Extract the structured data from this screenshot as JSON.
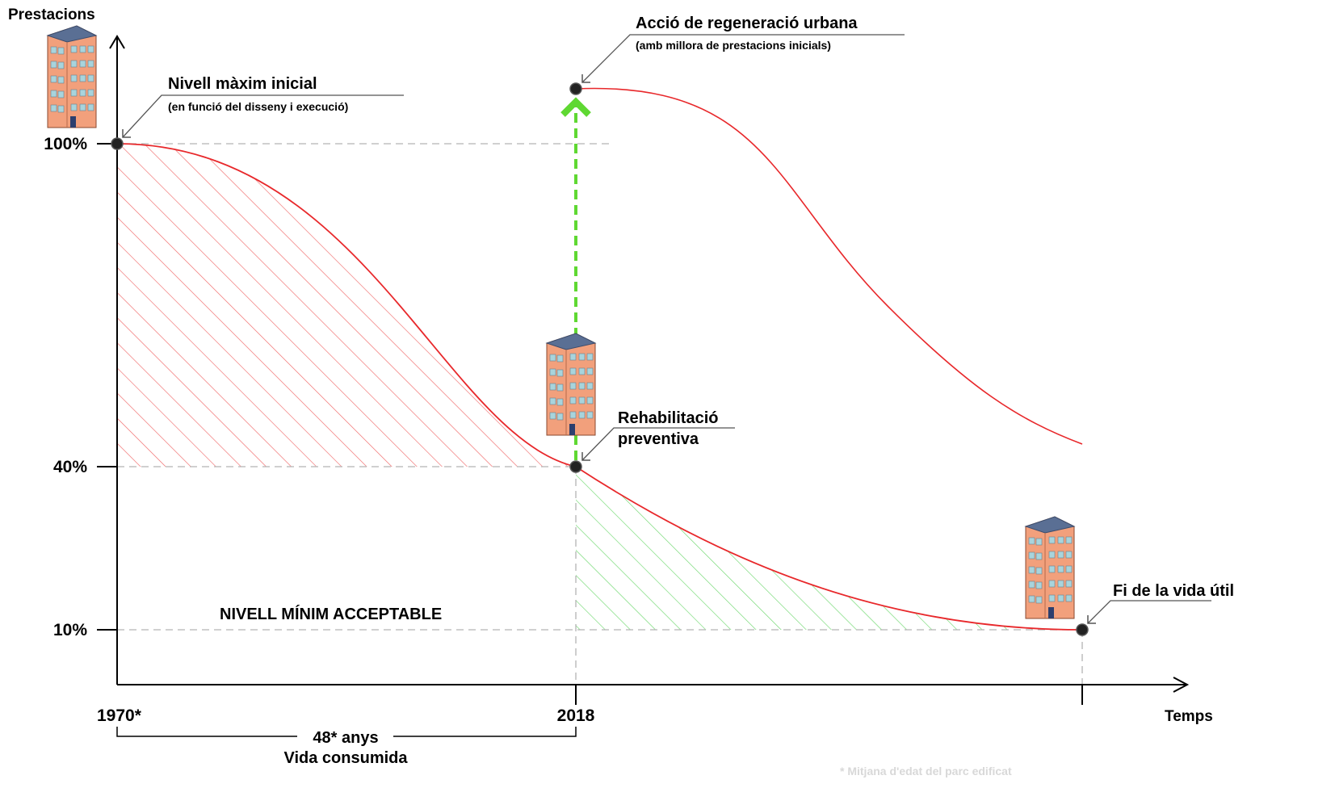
{
  "axes": {
    "y_title": "Prestacions",
    "x_title": "Temps",
    "y_ticks": [
      "100%",
      "40%",
      "10%"
    ],
    "x_ticks": [
      "1970*",
      "2018"
    ]
  },
  "annotations": {
    "initial_max": {
      "title": "Nivell màxim inicial",
      "subtitle": "(en funció del disseny i execució)"
    },
    "regeneration": {
      "title": "Acció de regeneració urbana",
      "subtitle": "(amb millora de prestacions inicials)"
    },
    "rehab": {
      "line1": "Rehabilitació",
      "line2": "preventiva"
    },
    "end_of_life": "Fi de la vida útil",
    "min_level": "NIVELL MÍNIM ACCEPTABLE",
    "span_years": "48* anys",
    "span_label": "Vida consumida",
    "footnote": "* Mitjana d'edat del parc edificat"
  },
  "colors": {
    "curve": "#e8282b",
    "hatch_red": "#f06a6a",
    "hatch_green": "#6fd86f",
    "arrow_green": "#5fd832",
    "guide": "#b4b4b4",
    "building": "#f2a07c"
  },
  "chart_data": {
    "type": "line",
    "xlabel": "Temps",
    "ylabel": "Prestacions",
    "y_ticks": [
      "100%",
      "40%",
      "10%"
    ],
    "x_ticks": [
      "1970*",
      "2018"
    ],
    "key_points": [
      {
        "x": "1970*",
        "y": 100,
        "label": "Nivell màxim inicial"
      },
      {
        "x": "2018",
        "y": 40,
        "label": "Rehabilitació preventiva"
      },
      {
        "x": "2018",
        "y": 110,
        "label": "Acció de regeneració urbana"
      },
      {
        "x": "end",
        "y": 10,
        "label": "Fi de la vida útil"
      }
    ]
  }
}
